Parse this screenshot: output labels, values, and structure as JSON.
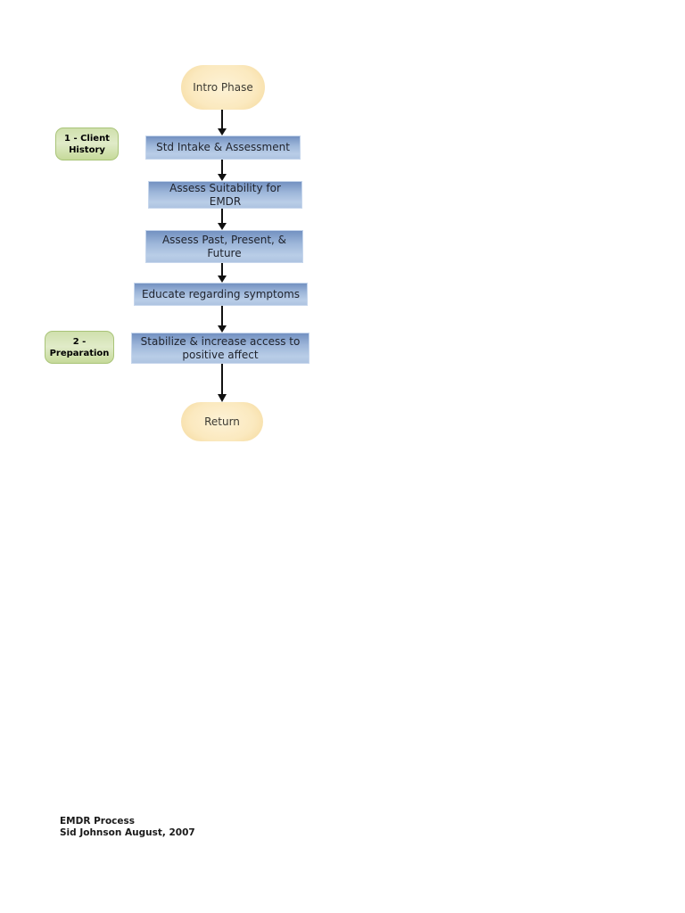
{
  "flowchart": {
    "nodes": {
      "intro": "Intro Phase",
      "intake": "Std Intake & Assessment",
      "suitability": "Assess Suitability for EMDR",
      "past_present_future": "Assess Past, Present, & Future",
      "educate": "Educate regarding symptoms",
      "stabilize": "Stabilize & increase access to positive affect",
      "return": "Return"
    },
    "phases": {
      "phase1": "1 - Client History",
      "phase2": "2 - Preparation"
    },
    "colors": {
      "process_fill_top": "#7391c1",
      "process_fill_bottom": "#b9cde7",
      "process_border": "#c6d6ec",
      "terminator_fill_center": "#fdf2d6",
      "terminator_fill_edge": "#f2d38e",
      "phase_fill_top": "#cfe0ad",
      "phase_fill_bottom": "#c6da9a",
      "phase_border": "#a9c478",
      "arrow": "#111111"
    }
  },
  "footer": {
    "line1": "EMDR Process",
    "line2": "Sid Johnson August, 2007"
  }
}
